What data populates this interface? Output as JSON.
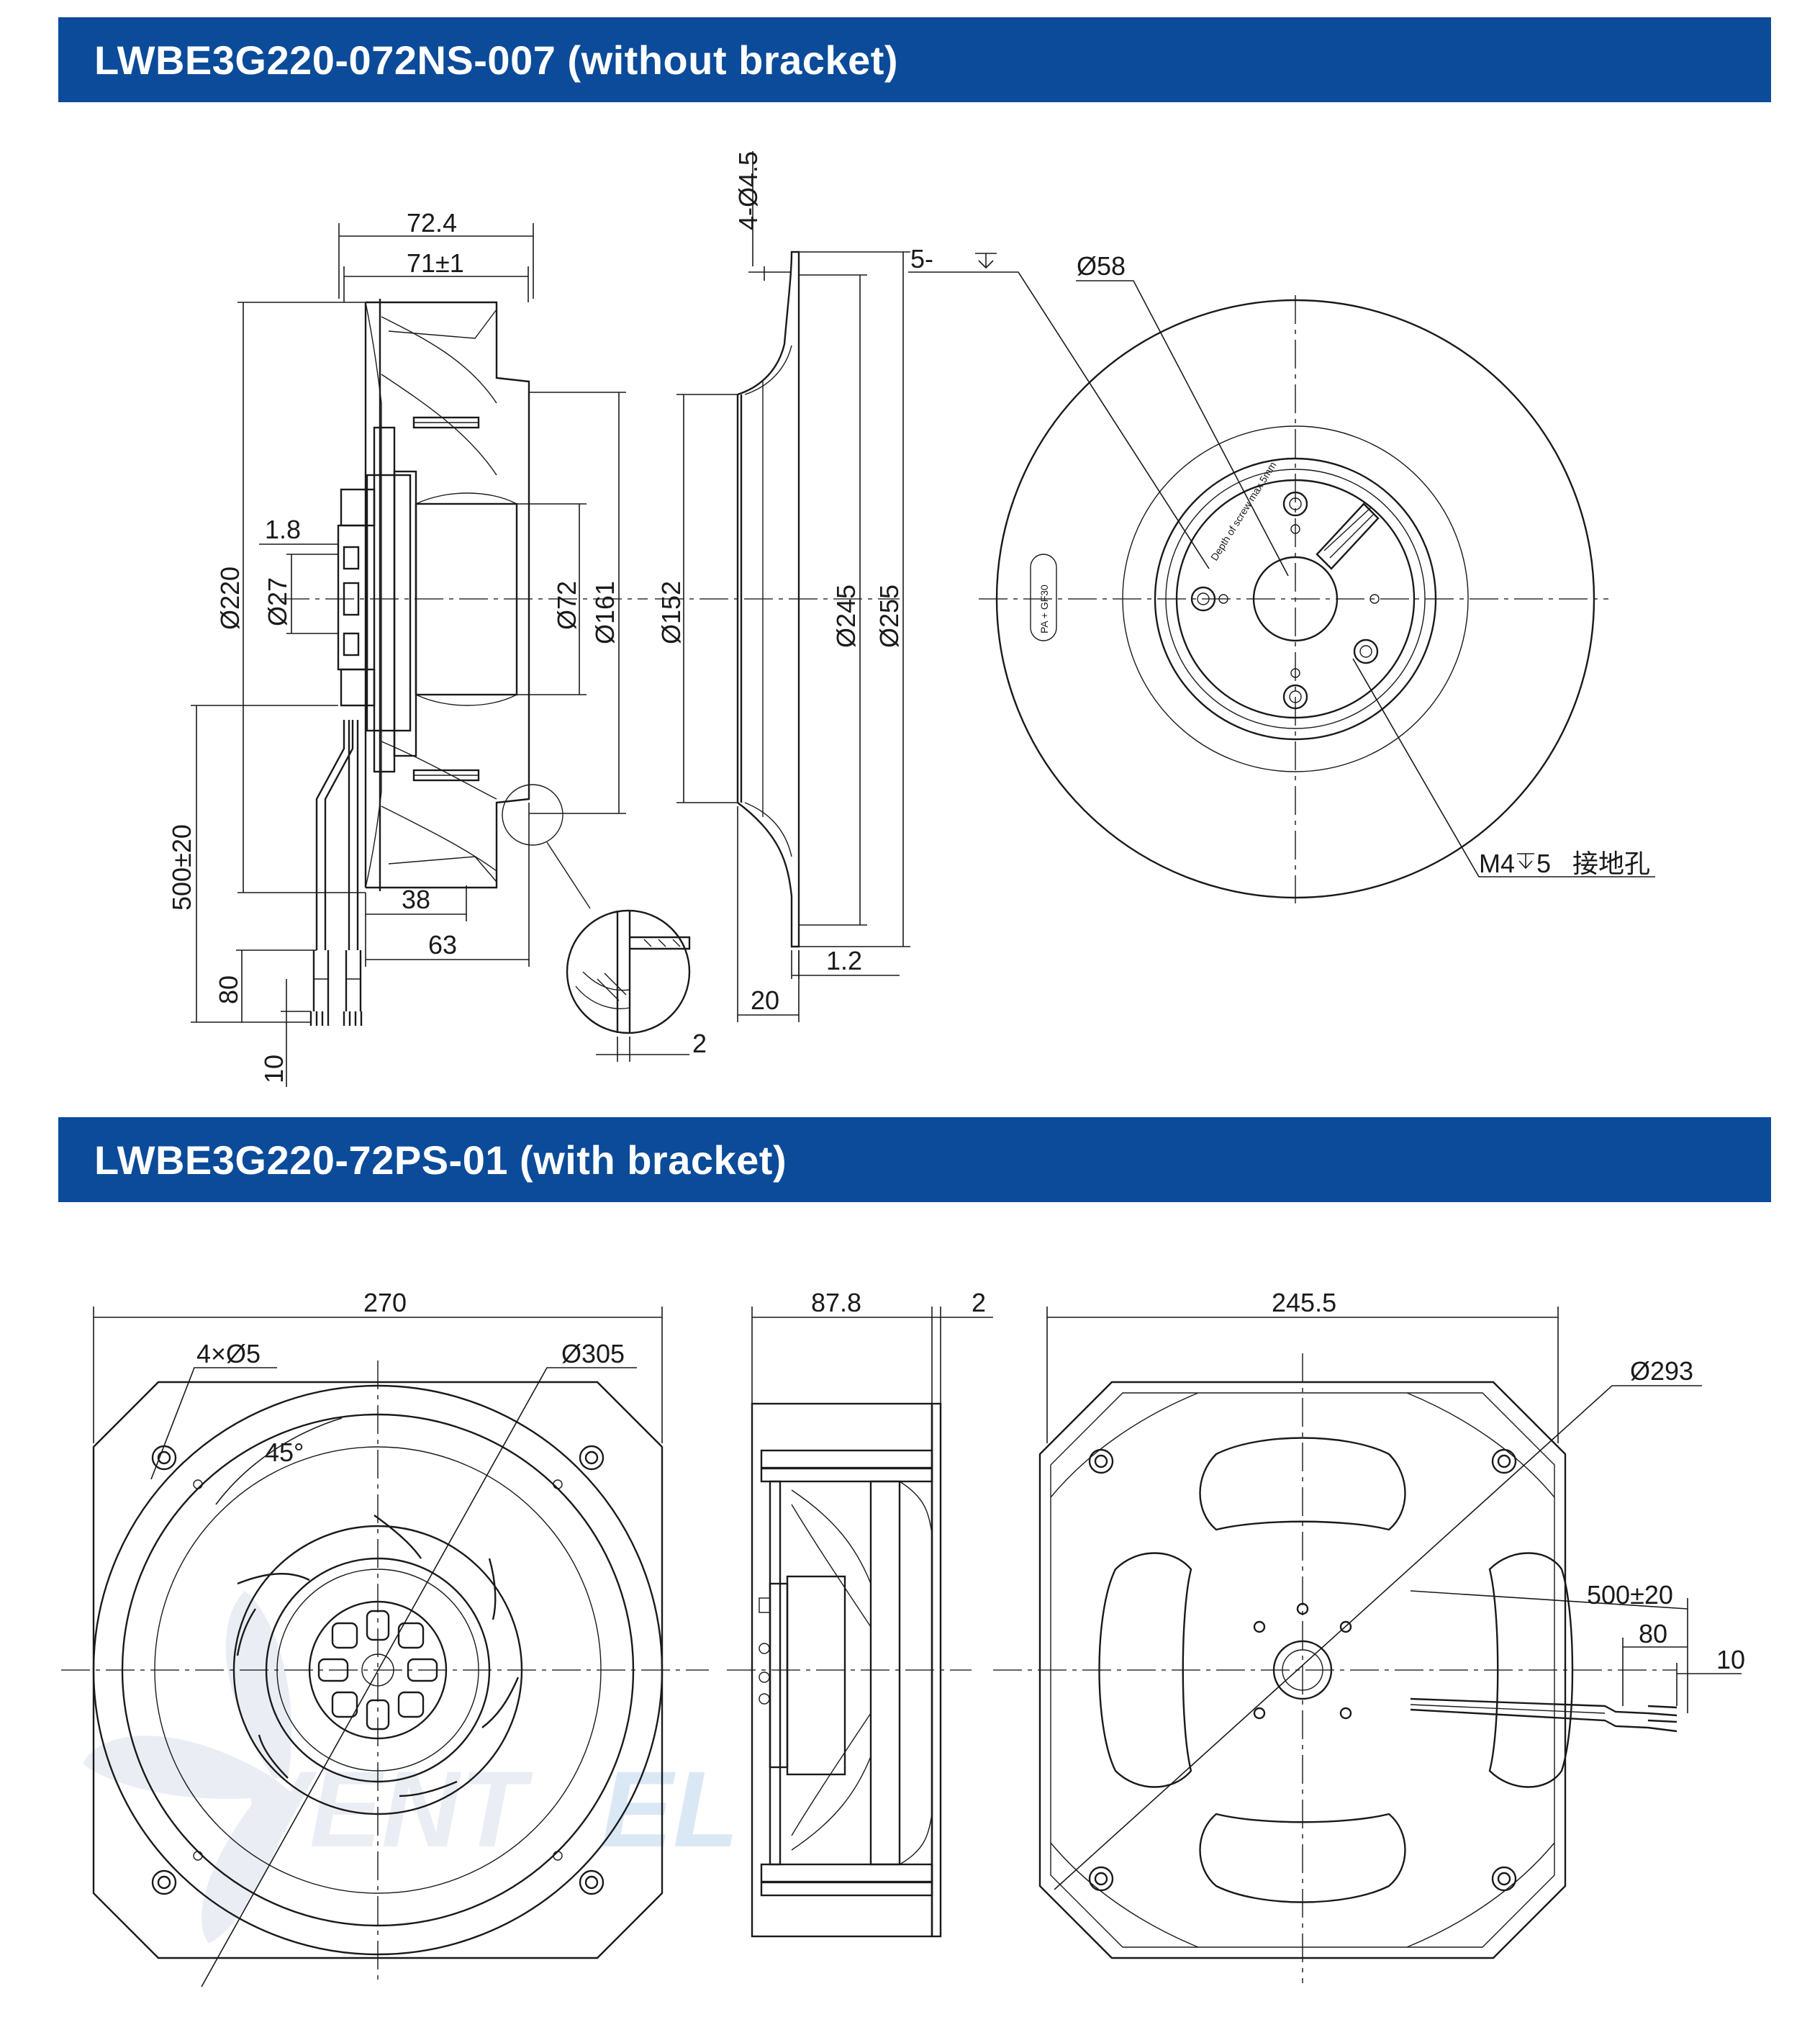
{
  "sections": [
    {
      "title": "LWBE3G220-072NS-007 (without bracket)"
    },
    {
      "title": "LWBE3G220-72PS-01 (with bracket)"
    }
  ],
  "dims_top": {
    "d72_4": "72.4",
    "d71": "71±1",
    "d1_8": "1.8",
    "d220": "Ø220",
    "d27": "Ø27",
    "d72": "Ø72",
    "d161": "Ø161",
    "d500": "500±20",
    "d38": "38",
    "d63": "63",
    "d80": "80",
    "d10": "10",
    "d2": "2",
    "d4h": "4-Ø4.5",
    "d152": "Ø152",
    "d245": "Ø245",
    "d255": "Ø255",
    "d1_2": "1.2",
    "d20": "20",
    "d5": "5-",
    "d58": "Ø58",
    "m4": "M4",
    "m4depth": "5",
    "ground": "接地孔",
    "pa": "PA + GF30",
    "screw": "Depth of screw max.5mm"
  },
  "dims_bottom": {
    "d270": "270",
    "d4x5": "4×Ø5",
    "d45": "45°",
    "d305": "Ø305",
    "d87_8": "87.8",
    "d2": "2",
    "d245_5": "245.5",
    "d293": "Ø293",
    "d500": "500±20",
    "d80": "80",
    "d10": "10"
  },
  "watermark": {
    "text1": "VENT",
    "text2": "EL"
  },
  "colors": {
    "banner": "#0b4b99",
    "line": "#1a1a1a",
    "watermark_blue": "#d6e6f6"
  },
  "icons": [
    "depth-symbol-icon",
    "fan-blade-watermark-icon"
  ]
}
